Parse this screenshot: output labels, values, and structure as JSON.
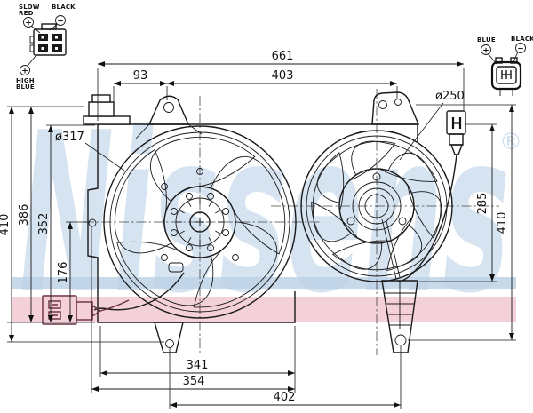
{
  "drawing": {
    "title": "dual-radiator-fan-assembly-technical-drawing",
    "line_color": "#1a1a1a",
    "background": "#ffffff"
  },
  "watermark": {
    "text": "Nissens",
    "registered": "®",
    "text_color": "#d6e3f0",
    "stripe_blue": "#bed2e6",
    "stripe_pink": "#f3cbd5"
  },
  "connector_top_left": {
    "pin1_label_line1": "SLOW",
    "pin1_label_line2": "RED",
    "pin1_polarity": "+",
    "pin2_label": "BLACK",
    "pin2_polarity": "−",
    "pin3_label_line1": "HIGH",
    "pin3_label_line2": "BLUE",
    "pin3_polarity": "+"
  },
  "connector_top_right": {
    "pin1_label": "BLUE",
    "pin1_polarity": "+",
    "pin2_label": "BLACK",
    "pin2_polarity": "−"
  },
  "dimensions": {
    "overall_width": "661",
    "bracket_offset": "93",
    "bracket_span": "403",
    "left_fan_diameter": "ø317",
    "right_fan_diameter": "ø250",
    "left_heights": [
      "410",
      "386",
      "352",
      "176"
    ],
    "right_heights": [
      "285",
      "410"
    ],
    "bottom_widths": [
      "341",
      "354",
      "402"
    ]
  }
}
